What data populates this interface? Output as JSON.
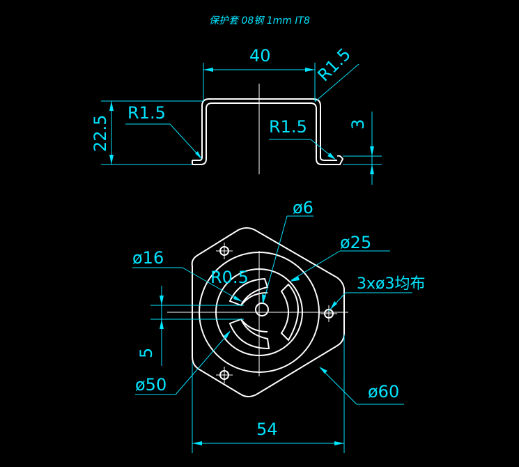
{
  "title": "保护套 08钢 1mm IT8",
  "colors": {
    "background": "#000000",
    "object": "#ffffff",
    "dimension": "#00e5ff"
  },
  "side_view": {
    "width_label": "40",
    "height_label": "22.5",
    "flange_label": "3",
    "radius_top_right": "R1.5",
    "radius_left": "R1.5",
    "radius_inner_right": "R1.5"
  },
  "top_view": {
    "hole_center_label": "ø6",
    "diameter_25_label": "ø25",
    "holes_label": "3xø3均布",
    "diameter_16_label": "ø16",
    "radius_label": "R0.5",
    "slot_label": "5",
    "diameter_50_label": "ø50",
    "diameter_60_label": "ø60",
    "width_label": "54"
  }
}
